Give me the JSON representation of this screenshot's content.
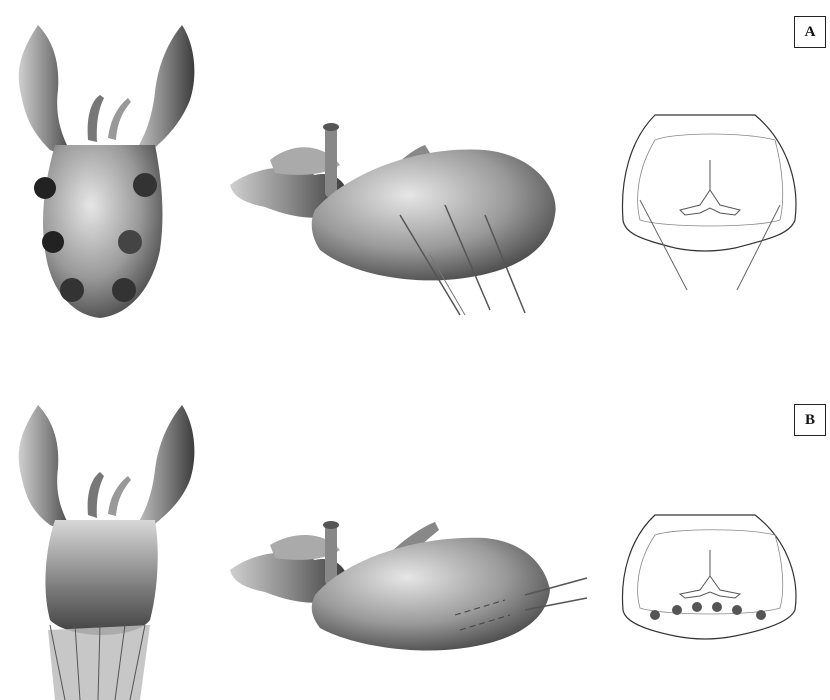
{
  "panels": [
    {
      "label": "A",
      "cross_section_dot_count": 0
    },
    {
      "label": "B",
      "cross_section_dot_count": 6
    }
  ]
}
